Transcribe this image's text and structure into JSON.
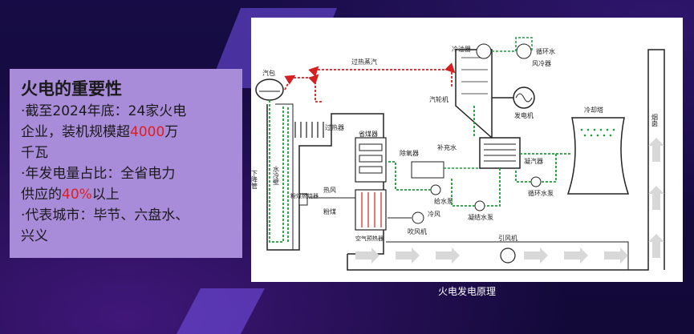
{
  "card": {
    "title": "火电的重要性",
    "line1_pre": "·截至2024年底：24家火电",
    "line2_pre": "企业，装机规模超",
    "line2_highlight": "4000",
    "line2_post": "万",
    "line3": "千瓦",
    "line4": "·年发电量占比：全省电力",
    "line5_pre": "供应的",
    "line5_highlight": "40%",
    "line5_post": "以上",
    "line6": "·代表城市：毕节、六盘水、",
    "line7": "兴义"
  },
  "diagram": {
    "caption": "火电发电原理",
    "labels": {
      "drum": "汽包",
      "superheated_steam": "过热蒸汽",
      "oil_cooler": "冷油器",
      "circulating_water": "循环水",
      "air_cooler": "风冷器",
      "turbine": "汽轮机",
      "generator": "发电机",
      "cooling_tower": "冷却塔",
      "chimney": "烟囱",
      "superheater": "过热器",
      "economizer": "省煤器",
      "deaerator": "除氧器",
      "makeup_water": "补充水",
      "condenser": "凝汽器",
      "downcomer": "下降管",
      "water_wall": "水冷壁",
      "hot_air": "热风",
      "pulverized_coal": "粉煤",
      "coal_burner": "粉煤燃烧器",
      "feed_pump": "给水泵",
      "condensate_pump": "凝结水泵",
      "circ_pump": "循环水泵",
      "cold_air": "冷风",
      "air_preheater": "空气预热器",
      "blower": "吹风机",
      "induced_fan": "引风机"
    }
  },
  "colors": {
    "water": "#1f9c3a",
    "steam": "#d42020",
    "accent": "#e01e1e",
    "card_bg": "#a88bd9"
  }
}
